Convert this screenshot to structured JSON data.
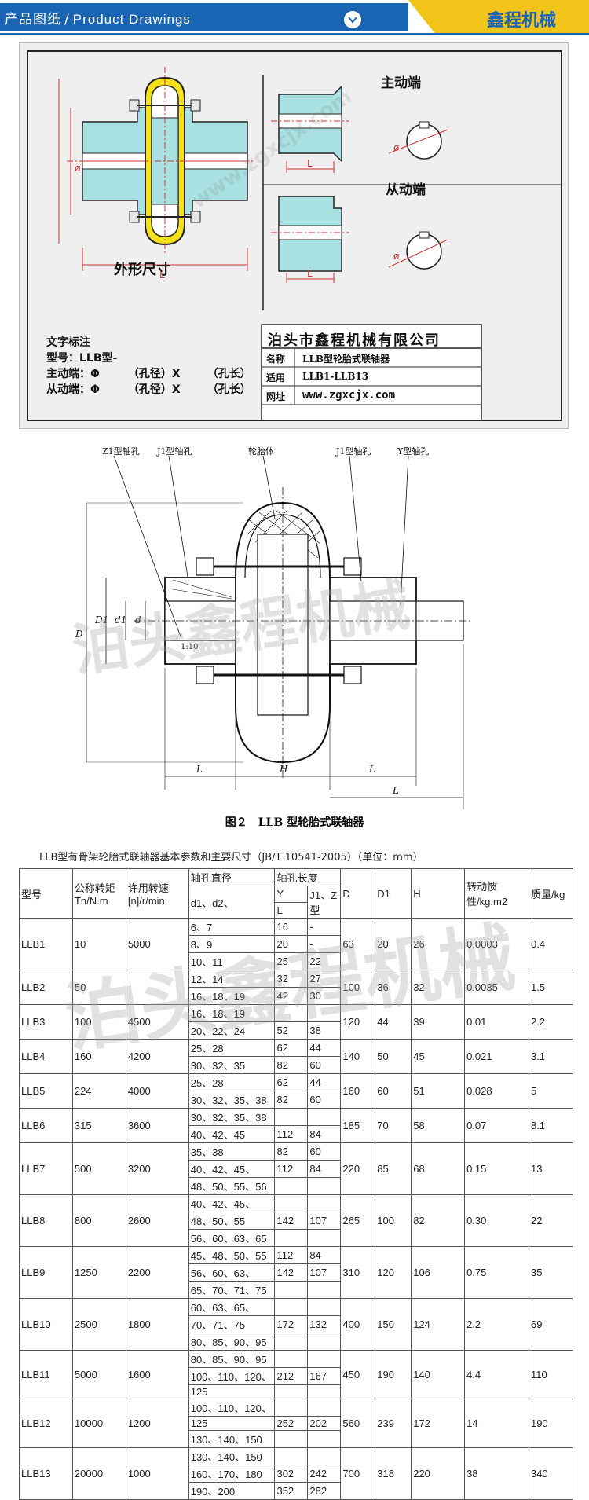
{
  "header": {
    "title_cn": "产品图纸",
    "separator": "/",
    "title_en": "Product Drawings",
    "brand": "鑫程机械",
    "colors": {
      "blue": "#1a64b4",
      "yellow": "#f2c318"
    },
    "arrow_icon": "chevron-down-circle-icon"
  },
  "drawing1": {
    "label_driving": "主动端",
    "label_driven": "从动端",
    "label_outline": "外形尺寸",
    "text_title": "文字标注",
    "model_line": "型号：LLB型-",
    "driving_line": {
      "label": "主动端：",
      "phi": "Φ",
      "bore": "（孔径）X",
      "len": "（孔长）"
    },
    "driven_line": {
      "label": "从动端：",
      "phi": "Φ",
      "bore": "（孔径）X",
      "len": "（孔长）"
    },
    "company": "泊头市鑫程机械有限公司",
    "rows": [
      {
        "key": "名称",
        "value": "LLB型轮胎式联轴器"
      },
      {
        "key": "适用",
        "value": "LLB1-LLB13"
      },
      {
        "key": "网址",
        "value": "www.zgxcjx.com"
      }
    ],
    "dim_phi": "ø",
    "dim_L": "L",
    "watermark": "www.zgxcjx.com"
  },
  "drawing2": {
    "label_z1": "Z1型轴孔",
    "label_j1_left": "J1型轴孔",
    "label_tire": "轮胎体",
    "label_j1_right": "J1型轴孔",
    "label_y": "Y型轴孔",
    "dim_D": "D",
    "dim_D1": "D1",
    "dim_d1": "d1",
    "dim_d": "d",
    "dim_L": "L",
    "dim_H": "H",
    "dim_slope": "1:10",
    "watermark": "泊头鑫程机械"
  },
  "figure_caption": "图２　LLB 型轮胎式联轴器",
  "table": {
    "caption": "LLB型有骨架轮胎式联轴器基本参数和主要尺寸（JB/T 10541-2005）（单位：mm）",
    "headers": {
      "model": "型号",
      "torque": "公称转矩Tn/N.m",
      "speed": "许用转速[n]/r/min",
      "bore_group": "轴孔直径",
      "bore_sub": "d1、d2、",
      "len_group": "轴孔长度",
      "len_y": "Y",
      "len_j1z": "J1、Z型",
      "len_L": "L",
      "D": "D",
      "D1": "D1",
      "H": "H",
      "inertia": "转动惯性/kg.m2",
      "mass": "质量/kg"
    },
    "rows": [
      {
        "model": "LLB1",
        "torque": "10",
        "speed": "5000",
        "bores": [
          "6、7",
          "8、9",
          "10、11"
        ],
        "y": [
          "16",
          "20",
          "25"
        ],
        "j": [
          "-",
          "-",
          "22"
        ],
        "D": "63",
        "D1": "20",
        "H": "26",
        "inertia": "0.0003",
        "mass": "0.4"
      },
      {
        "model": "LLB2",
        "torque": "50",
        "speed": "",
        "bores": [
          "12、14",
          "16、18、19"
        ],
        "y": [
          "32",
          "42"
        ],
        "j": [
          "27",
          "30"
        ],
        "D": "100",
        "D1": "36",
        "H": "32",
        "inertia": "0.0035",
        "mass": "1.5"
      },
      {
        "model": "LLB3",
        "torque": "100",
        "speed": "4500",
        "bores": [
          "16、18、19",
          "20、22、24"
        ],
        "y": [
          "",
          "52"
        ],
        "j": [
          "",
          "38"
        ],
        "D": "120",
        "D1": "44",
        "H": "39",
        "inertia": "0.01",
        "mass": "2.2"
      },
      {
        "model": "LLB4",
        "torque": "160",
        "speed": "4200",
        "bores": [
          "25、28",
          "30、32、35"
        ],
        "y": [
          "62",
          "82"
        ],
        "j": [
          "44",
          "60"
        ],
        "D": "140",
        "D1": "50",
        "H": "45",
        "inertia": "0.021",
        "mass": "3.1"
      },
      {
        "model": "LLB5",
        "torque": "224",
        "speed": "4000",
        "bores": [
          "25、28",
          "30、32、35、38"
        ],
        "y": [
          "62",
          "82"
        ],
        "j": [
          "44",
          "60"
        ],
        "D": "160",
        "D1": "60",
        "H": "51",
        "inertia": "0.028",
        "mass": "5"
      },
      {
        "model": "LLB6",
        "torque": "315",
        "speed": "3600",
        "bores": [
          "30、32、35、38",
          "40、42、45"
        ],
        "y": [
          "",
          "112"
        ],
        "j": [
          "",
          "84"
        ],
        "D": "185",
        "D1": "70",
        "H": "58",
        "inertia": "0.07",
        "mass": "8.1"
      },
      {
        "model": "LLB7",
        "torque": "500",
        "speed": "3200",
        "bores": [
          "35、38",
          "40、42、45、",
          "48、50、55、56"
        ],
        "y": [
          "82",
          "112"
        ],
        "j": [
          "60",
          "84"
        ],
        "D": "220",
        "D1": "85",
        "H": "68",
        "inertia": "0.15",
        "mass": "13"
      },
      {
        "model": "LLB8",
        "torque": "800",
        "speed": "2600",
        "bores": [
          "40、42、45、",
          "48、50、55",
          "56、60、63、65"
        ],
        "y": [
          "",
          "142"
        ],
        "j": [
          "",
          "107"
        ],
        "D": "265",
        "D1": "100",
        "H": "82",
        "inertia": "0.30",
        "mass": "22"
      },
      {
        "model": "LLB9",
        "torque": "1250",
        "speed": "2200",
        "bores": [
          "45、48、50、55",
          "56、60、63、",
          "65、70、71、75"
        ],
        "y": [
          "112",
          "142"
        ],
        "j": [
          "84",
          "107"
        ],
        "D": "310",
        "D1": "120",
        "H": "106",
        "inertia": "0.75",
        "mass": "35"
      },
      {
        "model": "LLB10",
        "torque": "2500",
        "speed": "1800",
        "bores": [
          "60、63、65、",
          "70、71、75",
          "80、85、90、95"
        ],
        "y": [
          "",
          "172"
        ],
        "j": [
          "",
          "132"
        ],
        "D": "400",
        "D1": "150",
        "H": "124",
        "inertia": "2.2",
        "mass": "69"
      },
      {
        "model": "LLB11",
        "torque": "5000",
        "speed": "1600",
        "bores": [
          "80、85、90、95",
          "100、110、120、",
          "125"
        ],
        "y": [
          "",
          "212"
        ],
        "j": [
          "",
          "167"
        ],
        "D": "450",
        "D1": "190",
        "H": "140",
        "inertia": "4.4",
        "mass": "110"
      },
      {
        "model": "LLB12",
        "torque": "10000",
        "speed": "1200",
        "bores": [
          "100、110、120、",
          "125",
          "130、140、150"
        ],
        "y": [
          "",
          "252"
        ],
        "j": [
          "",
          "202"
        ],
        "D": "560",
        "D1": "239",
        "H": "172",
        "inertia": "14",
        "mass": "190"
      },
      {
        "model": "LLB13",
        "torque": "20000",
        "speed": "1000",
        "bores": [
          "130、140、150",
          "160、170、180",
          "190、200"
        ],
        "y": [
          "",
          "302",
          "352"
        ],
        "j": [
          "",
          "242",
          "282"
        ],
        "D": "700",
        "D1": "318",
        "H": "220",
        "inertia": "38",
        "mass": "340"
      }
    ]
  }
}
